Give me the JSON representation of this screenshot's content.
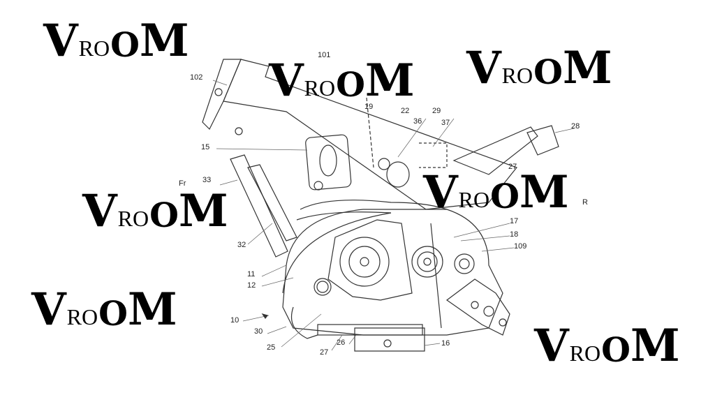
{
  "watermark": {
    "text": "VROOM",
    "color": "#000000"
  },
  "figure": {
    "labels": {
      "l102": "102",
      "l101": "101",
      "l19": "19",
      "l22": "22",
      "l29": "29",
      "l36": "36",
      "l37": "37",
      "l28": "28",
      "l15": "15",
      "l33": "33",
      "lFr": "Fr",
      "l32": "32",
      "l11": "11",
      "l12": "12",
      "l10": "10",
      "l30": "30",
      "l25": "25",
      "l27a": "27",
      "l26": "26",
      "l16": "16",
      "l17": "17",
      "l18": "18",
      "l109": "109",
      "l27b": "27",
      "lR": "R"
    }
  }
}
